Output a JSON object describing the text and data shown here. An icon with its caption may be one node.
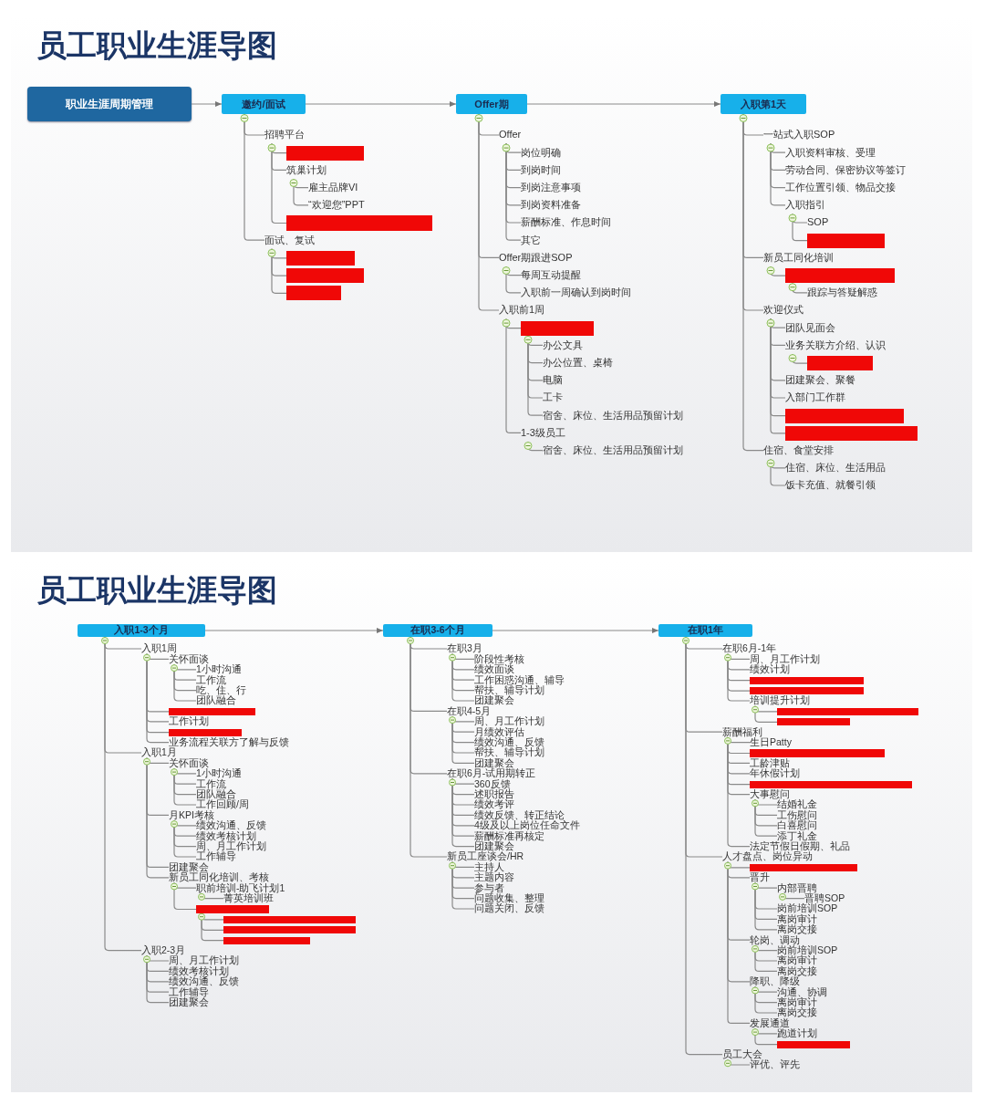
{
  "diagram": {
    "title": "员工职业生涯导图",
    "nodes": [
      {
        "text": [
          "职业生涯周期管理"
        ]
      },
      {
        "text": [
          "邀约/面试"
        ]
      },
      {
        "text": [
          "招聘平台"
        ]
      },
      {
        "text": [],
        "shape": "bar"
      },
      {
        "text": [
          "筑巢计划"
        ]
      },
      {
        "text": [
          "雇主品牌VI"
        ]
      },
      {
        "text": [
          "“欢迎您”PPT"
        ]
      },
      {
        "text": [],
        "shape": "bar"
      },
      {
        "text": [
          "面试、复试"
        ]
      },
      {
        "text": [],
        "shape": "bar"
      },
      {
        "text": [],
        "shape": "bar"
      },
      {
        "text": [],
        "shape": "bar"
      },
      {
        "text": [
          "Offer期"
        ]
      },
      {
        "text": [
          "Offer"
        ]
      },
      {
        "text": [
          "岗位明确"
        ]
      },
      {
        "text": [
          "到岗时间"
        ]
      },
      {
        "text": [
          "到岗注意事项"
        ]
      },
      {
        "text": [
          "到岗资料准备"
        ]
      },
      {
        "text": [
          "薪酬标准、作息时间"
        ]
      },
      {
        "text": [
          "其它"
        ]
      },
      {
        "text": [
          "Offer期跟进SOP"
        ]
      },
      {
        "text": [
          "每周互动提醒"
        ]
      },
      {
        "text": [
          "入职前一周确认到岗时间"
        ]
      },
      {
        "text": [
          "入职前1周"
        ]
      },
      {
        "text": [],
        "shape": "bar"
      },
      {
        "text": [
          "办公文具"
        ]
      },
      {
        "text": [
          "办公位置、桌椅"
        ]
      },
      {
        "text": [
          "电脑"
        ]
      },
      {
        "text": [
          "工卡"
        ]
      },
      {
        "text": [
          "宿舍、床位、生活用品预留计划"
        ]
      },
      {
        "text": [
          "1-3级员工"
        ]
      },
      {
        "text": [
          "宿舍、床位、生活用品预留计划"
        ]
      },
      {
        "text": [
          "入职第1天"
        ]
      },
      {
        "text": [
          "一站式入职SOP"
        ]
      },
      {
        "text": [
          "入职资料审核、受理"
        ]
      },
      {
        "text": [
          "劳动合同、保密协议等签订"
        ]
      },
      {
        "text": [
          "工作位置引领、物品交接"
        ]
      },
      {
        "text": [
          "入职指引"
        ]
      },
      {
        "text": [
          "SOP"
        ]
      },
      {
        "text": [],
        "shape": "bar"
      },
      {
        "text": [
          "新员工同化培训"
        ]
      },
      {
        "text": [],
        "shape": "bar"
      },
      {
        "text": [
          "跟踪与答疑解惑"
        ]
      },
      {
        "text": [
          "欢迎仪式"
        ]
      },
      {
        "text": [
          "团队见面会"
        ]
      },
      {
        "text": [
          "业务关联方介绍、认识"
        ]
      },
      {
        "text": [],
        "shape": "bar"
      },
      {
        "text": [
          "团建聚会、聚餐"
        ]
      },
      {
        "text": [
          "入部门工作群"
        ]
      },
      {
        "text": [],
        "shape": "bar"
      },
      {
        "text": [],
        "shape": "bar"
      },
      {
        "text": [
          "住宿、食堂安排"
        ]
      },
      {
        "text": [
          "住宿、床位、生活用品"
        ]
      },
      {
        "text": [
          "饭卡充值、就餐引领"
        ]
      },
      {
        "text": [
          "入职1-3个月"
        ]
      },
      {
        "text": [
          "入职1周"
        ]
      },
      {
        "text": [
          "关怀面谈"
        ]
      },
      {
        "text": [
          "1小时沟通"
        ]
      },
      {
        "text": [
          "工作流"
        ]
      },
      {
        "text": [
          "吃、住、行"
        ]
      },
      {
        "text": [
          "团队融合"
        ]
      },
      {
        "text": [],
        "shape": "bar"
      },
      {
        "text": [
          "工作计划"
        ]
      },
      {
        "text": [],
        "shape": "bar"
      },
      {
        "text": [
          "业务流程关联方了解与反馈"
        ]
      },
      {
        "text": [
          "入职1月"
        ]
      },
      {
        "text": [
          "关怀面谈"
        ]
      },
      {
        "text": [
          "1小时沟通"
        ]
      },
      {
        "text": [
          "工作流"
        ]
      },
      {
        "text": [
          "团队融合"
        ]
      },
      {
        "text": [
          "工作回顾/周"
        ]
      },
      {
        "text": [
          "月KPI考核"
        ]
      },
      {
        "text": [
          "绩效沟通、反馈"
        ]
      },
      {
        "text": [
          "绩效考核计划"
        ]
      },
      {
        "text": [
          "周、月工作计划"
        ]
      },
      {
        "text": [
          "工作辅导"
        ]
      },
      {
        "text": [
          "团建聚会"
        ]
      },
      {
        "text": [
          "新员工同化培训、考核"
        ]
      },
      {
        "text": [
          "职前培训-助飞计划1"
        ]
      },
      {
        "text": [
          "菁英培训班"
        ]
      },
      {
        "text": [],
        "shape": "bar"
      },
      {
        "text": [],
        "shape": "bar"
      },
      {
        "text": [],
        "shape": "bar"
      },
      {
        "text": [],
        "shape": "bar"
      },
      {
        "text": [
          "入职2-3月"
        ]
      },
      {
        "text": [
          "周、月工作计划"
        ]
      },
      {
        "text": [
          "绩效考核计划"
        ]
      },
      {
        "text": [
          "绩效沟通、反馈"
        ]
      },
      {
        "text": [
          "工作辅导"
        ]
      },
      {
        "text": [
          "团建聚会"
        ]
      },
      {
        "text": [
          "在职3-6个月"
        ]
      },
      {
        "text": [
          "在职3月"
        ]
      },
      {
        "text": [
          "阶段性考核"
        ]
      },
      {
        "text": [
          "绩效面谈"
        ]
      },
      {
        "text": [
          "工作困惑沟通、辅导"
        ]
      },
      {
        "text": [
          "帮扶、辅导计划"
        ]
      },
      {
        "text": [
          "团建聚会"
        ]
      },
      {
        "text": [
          "在职4-5月"
        ]
      },
      {
        "text": [
          "周、月工作计划"
        ]
      },
      {
        "text": [
          "月绩效评估"
        ]
      },
      {
        "text": [
          "绩效沟通、反馈"
        ]
      },
      {
        "text": [
          "帮扶、辅导计划"
        ]
      },
      {
        "text": [
          "团建聚会"
        ]
      },
      {
        "text": [
          "在职6月-试用期转正"
        ]
      },
      {
        "text": [
          "360反馈"
        ]
      },
      {
        "text": [
          "述职报告"
        ]
      },
      {
        "text": [
          "绩效考评"
        ]
      },
      {
        "text": [
          "绩效反馈、转正结论"
        ]
      },
      {
        "text": [
          "4级及以上岗位任命文件"
        ]
      },
      {
        "text": [
          "薪酬标准再核定"
        ]
      },
      {
        "text": [
          "团建聚会"
        ]
      },
      {
        "text": [
          "新员工座谈会/HR"
        ]
      },
      {
        "text": [
          "主持人"
        ]
      },
      {
        "text": [
          "主题内容"
        ]
      },
      {
        "text": [
          "参与者"
        ]
      },
      {
        "text": [
          "问题收集、整理"
        ]
      },
      {
        "text": [
          "问题关闭、反馈"
        ]
      },
      {
        "text": [
          "在职1年"
        ]
      },
      {
        "text": [
          "在职6月-1年"
        ]
      },
      {
        "text": [
          "周、月工作计划"
        ]
      },
      {
        "text": [
          "绩效计划"
        ]
      },
      {
        "text": [],
        "shape": "bar"
      },
      {
        "text": [],
        "shape": "bar"
      },
      {
        "text": [
          "培训提升计划"
        ]
      },
      {
        "text": [],
        "shape": "bar"
      },
      {
        "text": [],
        "shape": "bar"
      },
      {
        "text": [
          "薪酬福利"
        ]
      },
      {
        "text": [
          "生日Patty"
        ]
      },
      {
        "text": [],
        "shape": "bar"
      },
      {
        "text": [
          "工龄津贴"
        ]
      },
      {
        "text": [
          "年休假计划"
        ]
      },
      {
        "text": [],
        "shape": "bar"
      },
      {
        "text": [
          "大事慰问"
        ]
      },
      {
        "text": [
          "结婚礼金"
        ]
      },
      {
        "text": [
          "工伤慰问"
        ]
      },
      {
        "text": [
          "白喜慰问"
        ]
      },
      {
        "text": [
          "添丁礼金"
        ]
      },
      {
        "text": [
          "法定节假日假期、礼品"
        ]
      },
      {
        "text": [
          "人才盘点、岗位异动"
        ]
      },
      {
        "text": [],
        "shape": "bar"
      },
      {
        "text": [
          "晋升"
        ]
      },
      {
        "text": [
          "内部晋聘"
        ]
      },
      {
        "text": [
          "晋聘SOP"
        ]
      },
      {
        "text": [
          "岗前培训SOP"
        ]
      },
      {
        "text": [
          "离岗审计"
        ]
      },
      {
        "text": [
          "离岗交接"
        ]
      },
      {
        "text": [
          "轮岗、调动"
        ]
      },
      {
        "text": [
          "岗前培训SOP"
        ]
      },
      {
        "text": [
          "离岗审计"
        ]
      },
      {
        "text": [
          "离岗交接"
        ]
      },
      {
        "text": [
          "降职、降级"
        ]
      },
      {
        "text": [
          "沟通、协调"
        ]
      },
      {
        "text": [
          "离岗审计"
        ]
      },
      {
        "text": [
          "离岗交接"
        ]
      },
      {
        "text": [
          "发展通道"
        ]
      },
      {
        "text": [
          "跑道计划"
        ]
      },
      {
        "text": [],
        "shape": "bar"
      },
      {
        "text": [
          "员工大会"
        ]
      },
      {
        "text": [
          "评优、评先"
        ]
      }
    ],
    "edges": [
      {
        "from": 0,
        "to": 1,
        "arrow": "to"
      },
      {
        "from": 1,
        "to": 12,
        "arrow": "to"
      },
      {
        "from": 12,
        "to": 32,
        "arrow": "to"
      },
      {
        "from": 54,
        "to": 90,
        "arrow": "to"
      },
      {
        "from": 90,
        "to": 117,
        "arrow": "to"
      },
      {
        "from": 1,
        "to": 2,
        "arrow": "none"
      },
      {
        "from": 2,
        "to": 3,
        "arrow": "none"
      },
      {
        "from": 2,
        "to": 4,
        "arrow": "none"
      },
      {
        "from": 4,
        "to": 5,
        "arrow": "none"
      },
      {
        "from": 4,
        "to": 6,
        "arrow": "none"
      },
      {
        "from": 2,
        "to": 7,
        "arrow": "none"
      },
      {
        "from": 1,
        "to": 8,
        "arrow": "none"
      },
      {
        "from": 8,
        "to": 9,
        "arrow": "none"
      },
      {
        "from": 8,
        "to": 10,
        "arrow": "none"
      },
      {
        "from": 8,
        "to": 11,
        "arrow": "none"
      },
      {
        "from": 12,
        "to": 13,
        "arrow": "none"
      },
      {
        "from": 13,
        "to": 14,
        "arrow": "none"
      },
      {
        "from": 13,
        "to": 15,
        "arrow": "none"
      },
      {
        "from": 13,
        "to": 16,
        "arrow": "none"
      },
      {
        "from": 13,
        "to": 17,
        "arrow": "none"
      },
      {
        "from": 13,
        "to": 18,
        "arrow": "none"
      },
      {
        "from": 13,
        "to": 19,
        "arrow": "none"
      },
      {
        "from": 12,
        "to": 20,
        "arrow": "none"
      },
      {
        "from": 20,
        "to": 21,
        "arrow": "none"
      },
      {
        "from": 20,
        "to": 22,
        "arrow": "none"
      },
      {
        "from": 12,
        "to": 23,
        "arrow": "none"
      },
      {
        "from": 23,
        "to": 24,
        "arrow": "none"
      },
      {
        "from": 24,
        "to": 25,
        "arrow": "none"
      },
      {
        "from": 24,
        "to": 26,
        "arrow": "none"
      },
      {
        "from": 24,
        "to": 27,
        "arrow": "none"
      },
      {
        "from": 24,
        "to": 28,
        "arrow": "none"
      },
      {
        "from": 24,
        "to": 29,
        "arrow": "none"
      },
      {
        "from": 23,
        "to": 30,
        "arrow": "none"
      },
      {
        "from": 30,
        "to": 31,
        "arrow": "none"
      },
      {
        "from": 32,
        "to": 33,
        "arrow": "none"
      },
      {
        "from": 33,
        "to": 34,
        "arrow": "none"
      },
      {
        "from": 33,
        "to": 35,
        "arrow": "none"
      },
      {
        "from": 33,
        "to": 36,
        "arrow": "none"
      },
      {
        "from": 33,
        "to": 37,
        "arrow": "none"
      },
      {
        "from": 37,
        "to": 38,
        "arrow": "none"
      },
      {
        "from": 37,
        "to": 39,
        "arrow": "none"
      },
      {
        "from": 32,
        "to": 40,
        "arrow": "none"
      },
      {
        "from": 40,
        "to": 41,
        "arrow": "none"
      },
      {
        "from": 41,
        "to": 42,
        "arrow": "none"
      },
      {
        "from": 32,
        "to": 43,
        "arrow": "none"
      },
      {
        "from": 43,
        "to": 44,
        "arrow": "none"
      },
      {
        "from": 43,
        "to": 45,
        "arrow": "none"
      },
      {
        "from": 45,
        "to": 46,
        "arrow": "none"
      },
      {
        "from": 43,
        "to": 47,
        "arrow": "none"
      },
      {
        "from": 43,
        "to": 48,
        "arrow": "none"
      },
      {
        "from": 43,
        "to": 49,
        "arrow": "none"
      },
      {
        "from": 43,
        "to": 50,
        "arrow": "none"
      },
      {
        "from": 32,
        "to": 51,
        "arrow": "none"
      },
      {
        "from": 51,
        "to": 52,
        "arrow": "none"
      },
      {
        "from": 51,
        "to": 53,
        "arrow": "none"
      },
      {
        "from": 54,
        "to": 55,
        "arrow": "none"
      },
      {
        "from": 55,
        "to": 56,
        "arrow": "none"
      },
      {
        "from": 56,
        "to": 57,
        "arrow": "none"
      },
      {
        "from": 56,
        "to": 58,
        "arrow": "none"
      },
      {
        "from": 56,
        "to": 59,
        "arrow": "none"
      },
      {
        "from": 56,
        "to": 60,
        "arrow": "none"
      },
      {
        "from": 55,
        "to": 61,
        "arrow": "none"
      },
      {
        "from": 55,
        "to": 62,
        "arrow": "none"
      },
      {
        "from": 55,
        "to": 63,
        "arrow": "none"
      },
      {
        "from": 55,
        "to": 64,
        "arrow": "none"
      },
      {
        "from": 54,
        "to": 65,
        "arrow": "none"
      },
      {
        "from": 65,
        "to": 66,
        "arrow": "none"
      },
      {
        "from": 66,
        "to": 67,
        "arrow": "none"
      },
      {
        "from": 66,
        "to": 68,
        "arrow": "none"
      },
      {
        "from": 66,
        "to": 69,
        "arrow": "none"
      },
      {
        "from": 66,
        "to": 70,
        "arrow": "none"
      },
      {
        "from": 65,
        "to": 71,
        "arrow": "none"
      },
      {
        "from": 71,
        "to": 72,
        "arrow": "none"
      },
      {
        "from": 71,
        "to": 73,
        "arrow": "none"
      },
      {
        "from": 71,
        "to": 74,
        "arrow": "none"
      },
      {
        "from": 71,
        "to": 75,
        "arrow": "none"
      },
      {
        "from": 65,
        "to": 76,
        "arrow": "none"
      },
      {
        "from": 65,
        "to": 77,
        "arrow": "none"
      },
      {
        "from": 77,
        "to": 78,
        "arrow": "none"
      },
      {
        "from": 78,
        "to": 79,
        "arrow": "none"
      },
      {
        "from": 77,
        "to": 80,
        "arrow": "none"
      },
      {
        "from": 80,
        "to": 81,
        "arrow": "none"
      },
      {
        "from": 80,
        "to": 82,
        "arrow": "none"
      },
      {
        "from": 80,
        "to": 83,
        "arrow": "none"
      },
      {
        "from": 54,
        "to": 84,
        "arrow": "none"
      },
      {
        "from": 84,
        "to": 85,
        "arrow": "none"
      },
      {
        "from": 84,
        "to": 86,
        "arrow": "none"
      },
      {
        "from": 84,
        "to": 87,
        "arrow": "none"
      },
      {
        "from": 84,
        "to": 88,
        "arrow": "none"
      },
      {
        "from": 84,
        "to": 89,
        "arrow": "none"
      },
      {
        "from": 90,
        "to": 91,
        "arrow": "none"
      },
      {
        "from": 91,
        "to": 92,
        "arrow": "none"
      },
      {
        "from": 91,
        "to": 93,
        "arrow": "none"
      },
      {
        "from": 91,
        "to": 94,
        "arrow": "none"
      },
      {
        "from": 91,
        "to": 95,
        "arrow": "none"
      },
      {
        "from": 91,
        "to": 96,
        "arrow": "none"
      },
      {
        "from": 90,
        "to": 97,
        "arrow": "none"
      },
      {
        "from": 97,
        "to": 98,
        "arrow": "none"
      },
      {
        "from": 97,
        "to": 99,
        "arrow": "none"
      },
      {
        "from": 97,
        "to": 100,
        "arrow": "none"
      },
      {
        "from": 97,
        "to": 101,
        "arrow": "none"
      },
      {
        "from": 97,
        "to": 102,
        "arrow": "none"
      },
      {
        "from": 90,
        "to": 103,
        "arrow": "none"
      },
      {
        "from": 103,
        "to": 104,
        "arrow": "none"
      },
      {
        "from": 103,
        "to": 105,
        "arrow": "none"
      },
      {
        "from": 103,
        "to": 106,
        "arrow": "none"
      },
      {
        "from": 103,
        "to": 107,
        "arrow": "none"
      },
      {
        "from": 103,
        "to": 108,
        "arrow": "none"
      },
      {
        "from": 103,
        "to": 109,
        "arrow": "none"
      },
      {
        "from": 103,
        "to": 110,
        "arrow": "none"
      },
      {
        "from": 90,
        "to": 111,
        "arrow": "none"
      },
      {
        "from": 111,
        "to": 112,
        "arrow": "none"
      },
      {
        "from": 111,
        "to": 113,
        "arrow": "none"
      },
      {
        "from": 111,
        "to": 114,
        "arrow": "none"
      },
      {
        "from": 111,
        "to": 115,
        "arrow": "none"
      },
      {
        "from": 111,
        "to": 116,
        "arrow": "none"
      },
      {
        "from": 117,
        "to": 118,
        "arrow": "none"
      },
      {
        "from": 118,
        "to": 119,
        "arrow": "none"
      },
      {
        "from": 118,
        "to": 120,
        "arrow": "none"
      },
      {
        "from": 118,
        "to": 121,
        "arrow": "none"
      },
      {
        "from": 118,
        "to": 122,
        "arrow": "none"
      },
      {
        "from": 118,
        "to": 123,
        "arrow": "none"
      },
      {
        "from": 123,
        "to": 124,
        "arrow": "none"
      },
      {
        "from": 123,
        "to": 125,
        "arrow": "none"
      },
      {
        "from": 117,
        "to": 126,
        "arrow": "none"
      },
      {
        "from": 126,
        "to": 127,
        "arrow": "none"
      },
      {
        "from": 126,
        "to": 128,
        "arrow": "none"
      },
      {
        "from": 126,
        "to": 129,
        "arrow": "none"
      },
      {
        "from": 126,
        "to": 130,
        "arrow": "none"
      },
      {
        "from": 126,
        "to": 131,
        "arrow": "none"
      },
      {
        "from": 126,
        "to": 132,
        "arrow": "none"
      },
      {
        "from": 132,
        "to": 133,
        "arrow": "none"
      },
      {
        "from": 132,
        "to": 134,
        "arrow": "none"
      },
      {
        "from": 132,
        "to": 135,
        "arrow": "none"
      },
      {
        "from": 132,
        "to": 136,
        "arrow": "none"
      },
      {
        "from": 126,
        "to": 137,
        "arrow": "none"
      },
      {
        "from": 117,
        "to": 138,
        "arrow": "none"
      },
      {
        "from": 138,
        "to": 139,
        "arrow": "none"
      },
      {
        "from": 138,
        "to": 140,
        "arrow": "none"
      },
      {
        "from": 140,
        "to": 141,
        "arrow": "none"
      },
      {
        "from": 141,
        "to": 142,
        "arrow": "none"
      },
      {
        "from": 140,
        "to": 143,
        "arrow": "none"
      },
      {
        "from": 140,
        "to": 144,
        "arrow": "none"
      },
      {
        "from": 140,
        "to": 145,
        "arrow": "none"
      },
      {
        "from": 138,
        "to": 146,
        "arrow": "none"
      },
      {
        "from": 146,
        "to": 147,
        "arrow": "none"
      },
      {
        "from": 146,
        "to": 148,
        "arrow": "none"
      },
      {
        "from": 146,
        "to": 149,
        "arrow": "none"
      },
      {
        "from": 138,
        "to": 150,
        "arrow": "none"
      },
      {
        "from": 150,
        "to": 151,
        "arrow": "none"
      },
      {
        "from": 150,
        "to": 152,
        "arrow": "none"
      },
      {
        "from": 150,
        "to": 153,
        "arrow": "none"
      },
      {
        "from": 138,
        "to": 154,
        "arrow": "none"
      },
      {
        "from": 154,
        "to": 155,
        "arrow": "none"
      },
      {
        "from": 154,
        "to": 156,
        "arrow": "none"
      },
      {
        "from": 117,
        "to": 157,
        "arrow": "none"
      },
      {
        "from": 157,
        "to": 158,
        "arrow": "none"
      }
    ],
    "labels": [
      "员工职业生涯导图"
    ]
  }
}
